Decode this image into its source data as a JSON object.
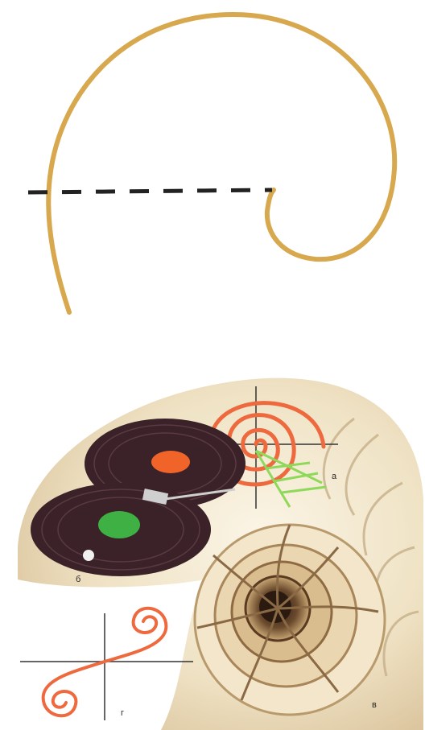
{
  "labels": {
    "a": "а",
    "b": "б",
    "v": "в",
    "g": "г"
  },
  "colors": {
    "top_spiral": "#d8a84e",
    "dash": "#222222",
    "record": "#3a2228",
    "record_label_top": "#f0642a",
    "record_label_bottom": "#3fb043",
    "red_spiral": "#ee6a3e",
    "green_lines": "#8ed85a",
    "shell": "#efe3c8"
  }
}
